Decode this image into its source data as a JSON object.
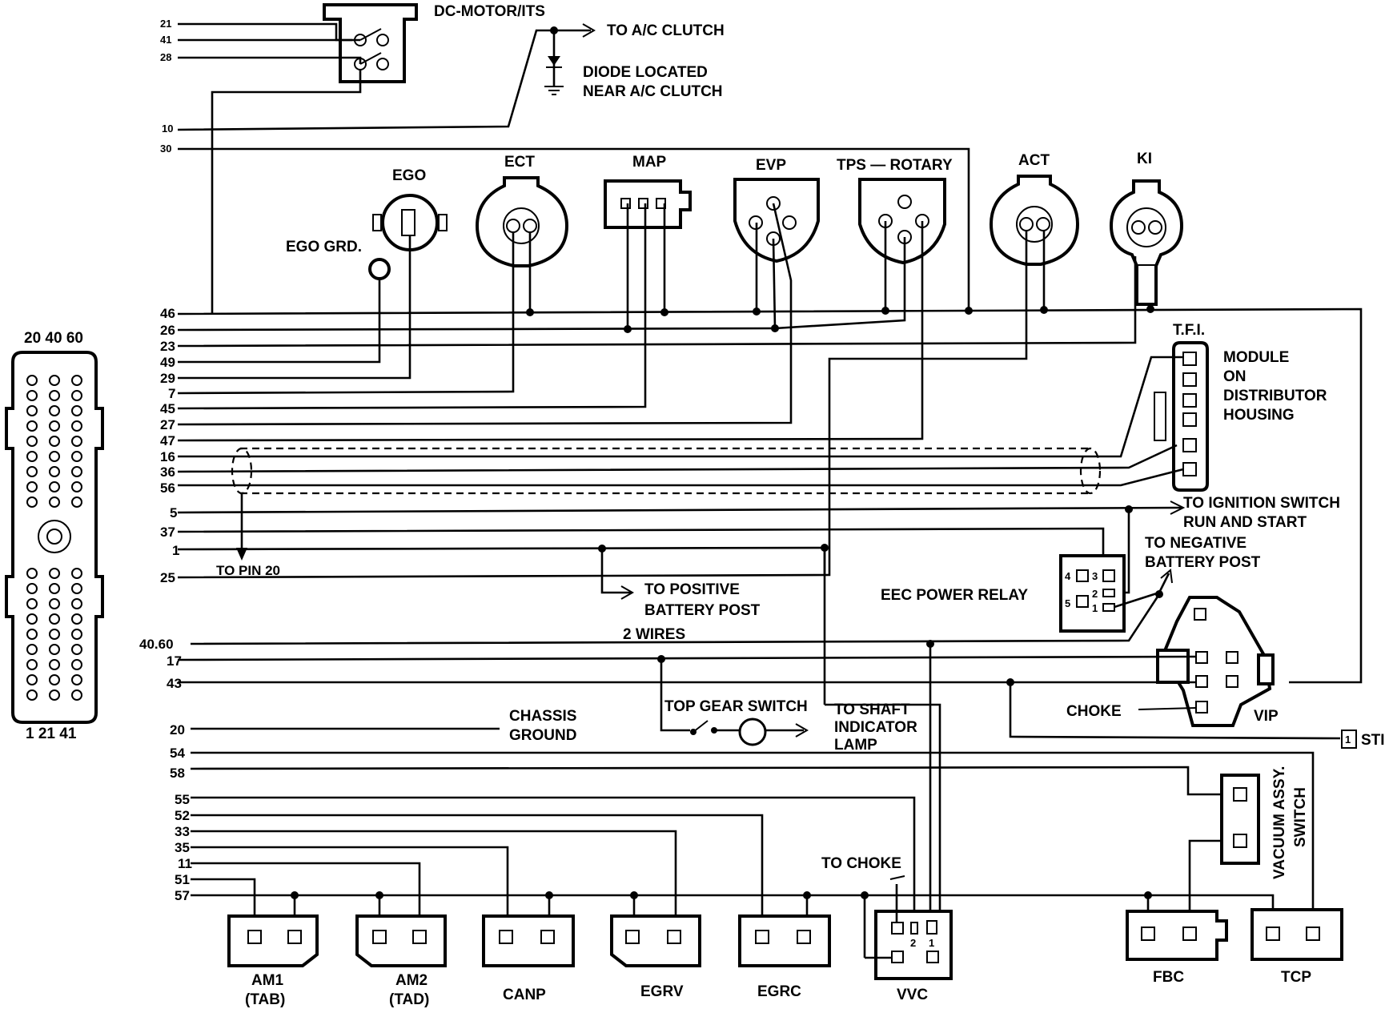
{
  "components": {
    "dc_motor": "DC-MOTOR/ITS",
    "to_ac_clutch": "TO A/C CLUTCH",
    "diode_line1": "DIODE LOCATED",
    "diode_line2": "NEAR A/C CLUTCH",
    "ego": "EGO",
    "ego_grd": "EGO GRD.",
    "ect": "ECT",
    "map": "MAP",
    "evp": "EVP",
    "tps": "TPS — ROTARY",
    "act": "ACT",
    "ki": "KI",
    "tfi": "T.F.I.",
    "module_line1": "MODULE",
    "module_line2": "ON",
    "module_line3": "DISTRIBUTOR",
    "module_line4": "HOUSING",
    "ign_line1": "TO IGNITION SWITCH",
    "ign_line2": "RUN AND START",
    "neg_line1": "TO NEGATIVE",
    "neg_line2": "BATTERY POST",
    "to_pin_20": "TO PIN 20",
    "pos_line1": "TO POSITIVE",
    "pos_line2": "BATTERY POST",
    "eec_relay": "EEC POWER RELAY",
    "two_wires": "2 WIRES",
    "choke": "CHOKE",
    "vip": "VIP",
    "top_gear": "TOP GEAR SWITCH",
    "shaft_line1": "TO SHAFT",
    "shaft_line2": "INDICATOR",
    "shaft_line3": "LAMP",
    "chassis_line1": "CHASSIS",
    "chassis_line2": "GROUND",
    "sti": "STI",
    "sti_pin": "1",
    "vacuum_line1": "VACUUM ASSY.",
    "vacuum_line2": "SWITCH",
    "to_choke": "TO CHOKE",
    "am1_line1": "AM1",
    "am1_line2": "(TAB)",
    "am2_line1": "AM2",
    "am2_line2": "(TAD)",
    "canp": "CANP",
    "egrv": "EGRV",
    "egrc": "EGRC",
    "vvc": "VVC",
    "fbc": "FBC",
    "tcp": "TCP"
  },
  "connector": {
    "top_labels": "20 40 60",
    "bottom_labels": "1 21 41"
  },
  "pins": {
    "p21": "21",
    "p41": "41",
    "p28": "28",
    "p10": "10",
    "p30": "30",
    "p46": "46",
    "p26": "26",
    "p23": "23",
    "p49": "49",
    "p29": "29",
    "p7": "7",
    "p45": "45",
    "p27": "27",
    "p47": "47",
    "p16": "16",
    "p36": "36",
    "p56": "56",
    "p5": "5",
    "p37": "37",
    "p1": "1",
    "p25": "25",
    "p4060": "40.60",
    "p17": "17",
    "p43": "43",
    "p20": "20",
    "p54": "54",
    "p58": "58",
    "p55": "55",
    "p52": "52",
    "p33": "33",
    "p35": "35",
    "p11": "11",
    "p51": "51",
    "p57": "57"
  },
  "relay_pins": {
    "r4": "4",
    "r3": "3",
    "r2": "2",
    "r5": "5",
    "r1": "1"
  },
  "vvc_pins": {
    "v2": "2",
    "v1": "1"
  }
}
